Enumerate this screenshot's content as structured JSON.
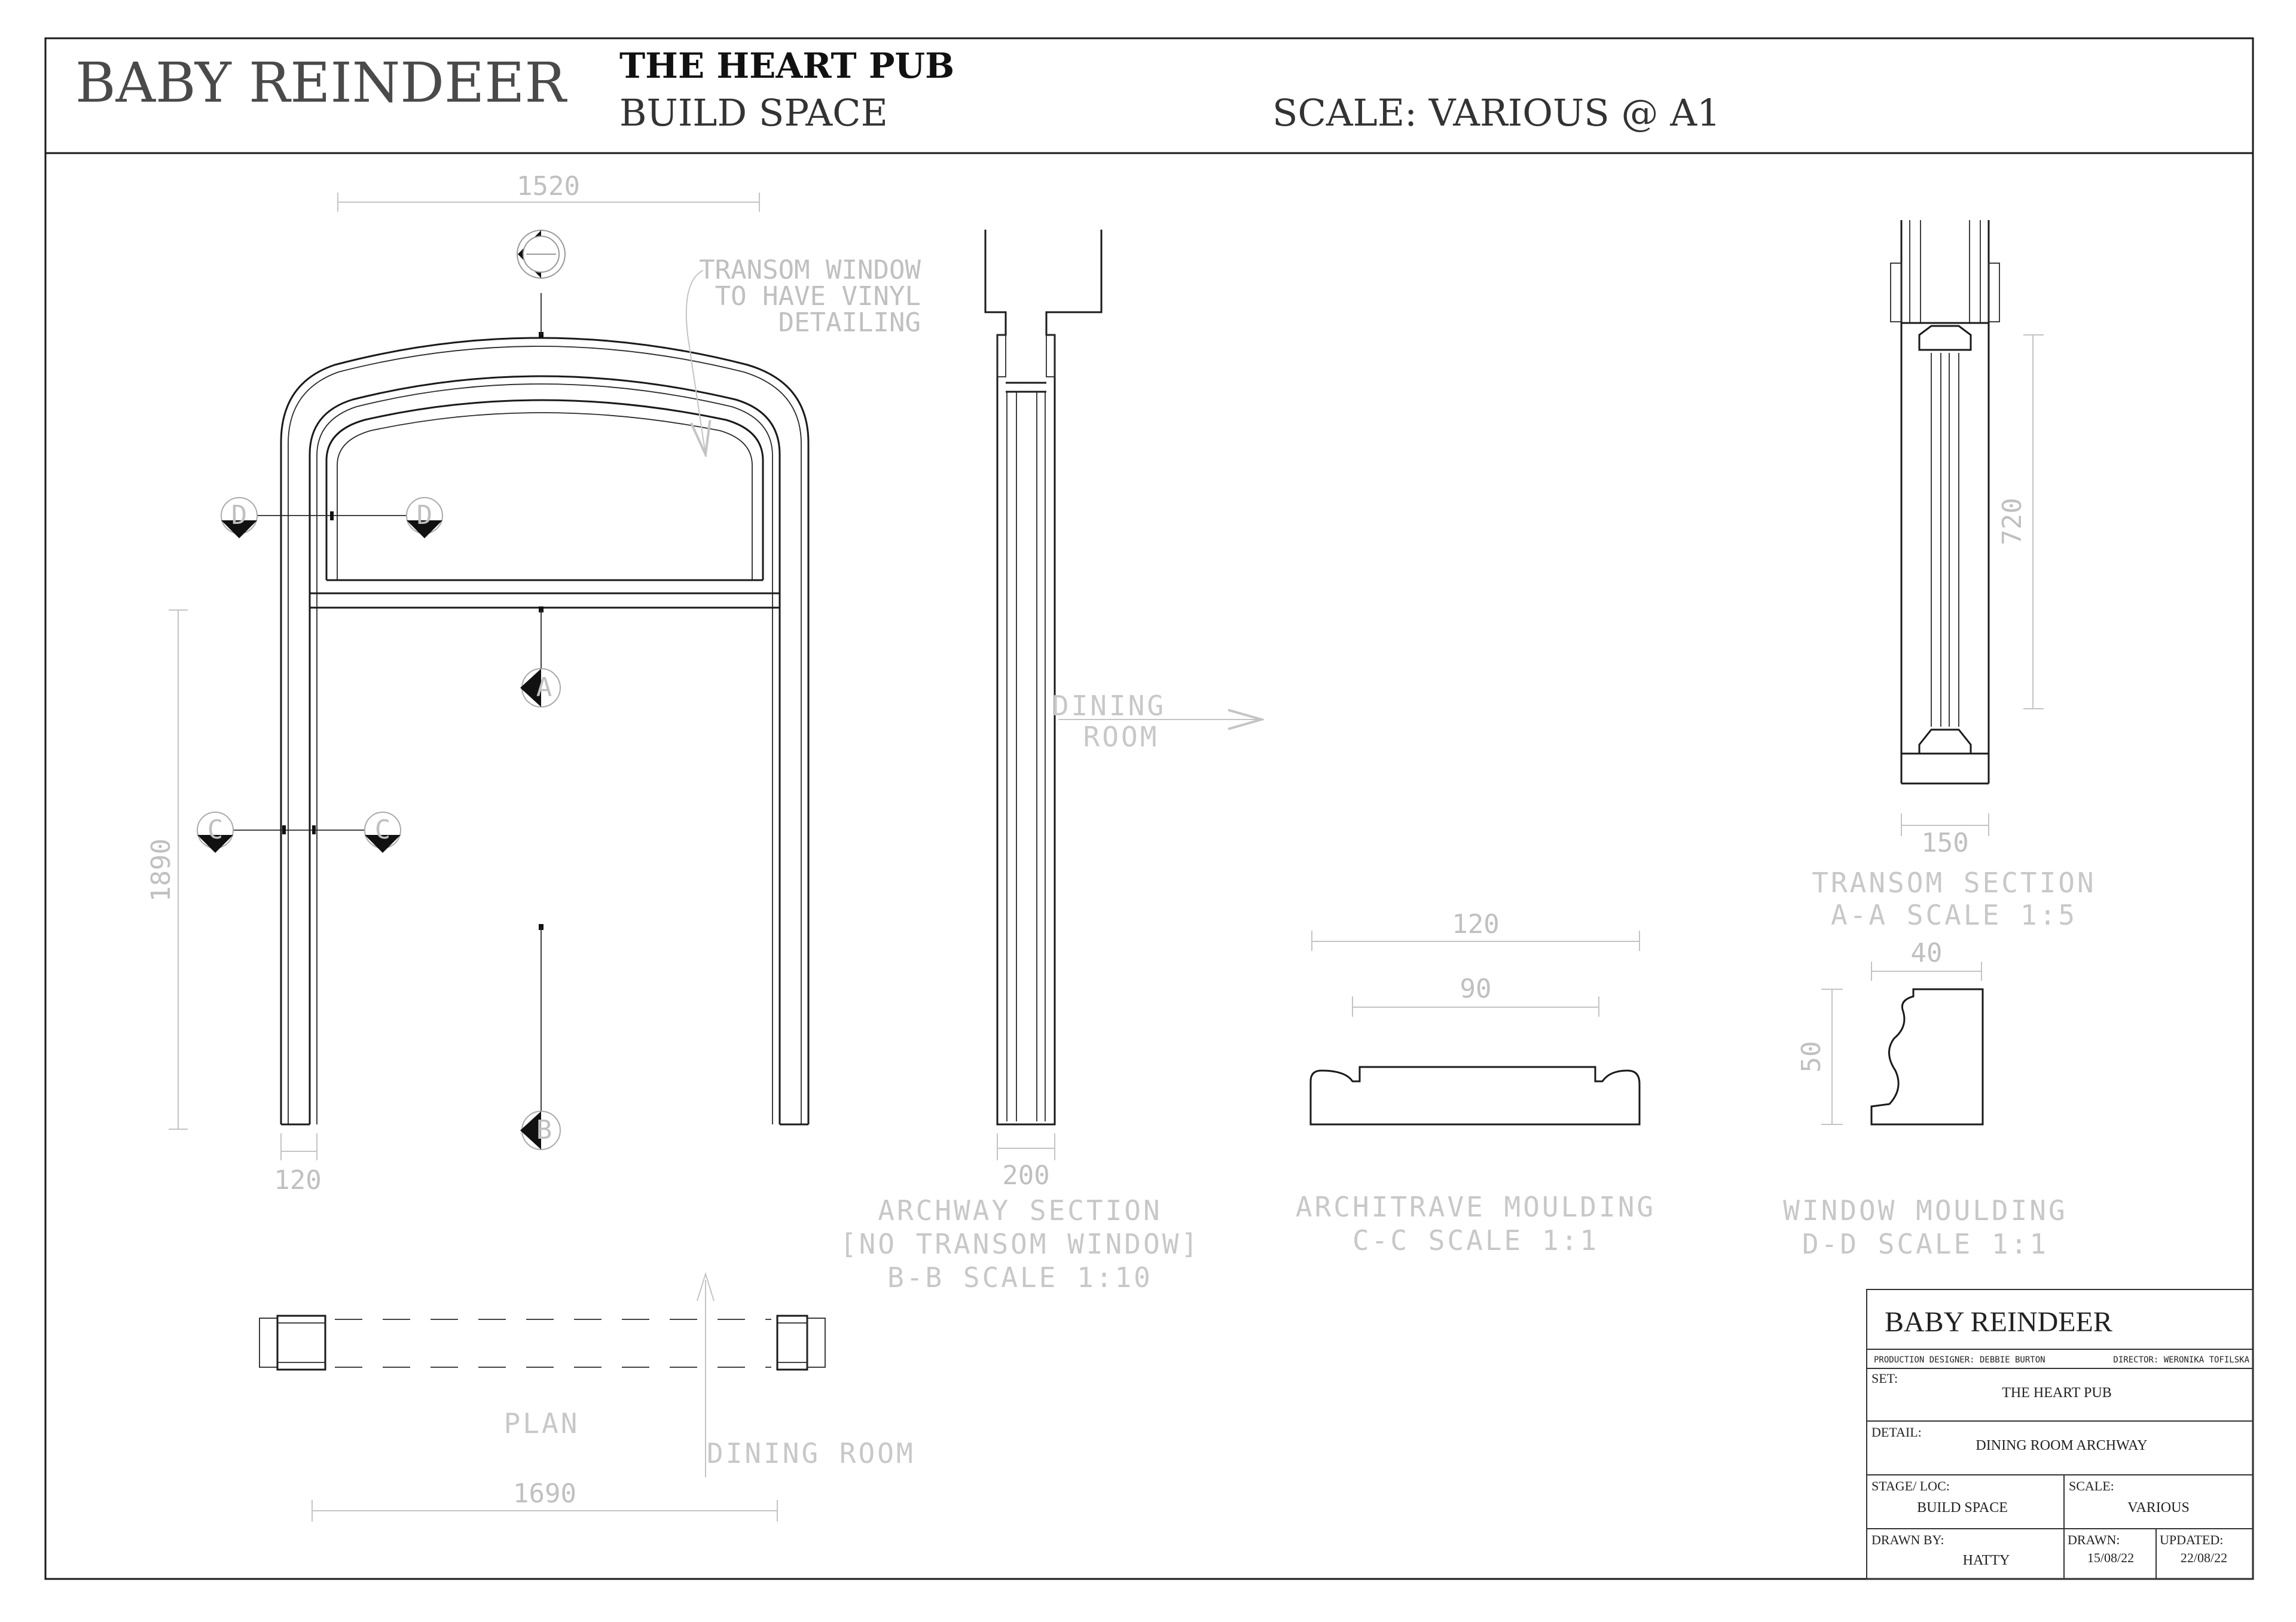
{
  "header": {
    "brand": "BABY REINDEER",
    "set_name": "THE HEART PUB",
    "location": "BUILD SPACE",
    "scale": "SCALE: VARIOUS @ A1"
  },
  "elevation": {
    "dim_width": "1520",
    "dim_height": "1890",
    "dim_jamb": "120",
    "note_transom": [
      "TRANSOM WINDOW",
      "TO HAVE VINYL",
      "DETAILING"
    ],
    "markers": [
      "D",
      "D",
      "A",
      "C",
      "C",
      "B"
    ]
  },
  "archway_section": {
    "direction_label": [
      "DINING",
      "ROOM"
    ],
    "dim_depth": "200",
    "title": [
      "ARCHWAY SECTION",
      "[NO TRANSOM WINDOW]",
      "B-B SCALE 1:10"
    ]
  },
  "transom_section": {
    "dim_height": "720",
    "dim_depth": "150",
    "title": [
      "TRANSOM SECTION",
      "A-A SCALE 1:5"
    ]
  },
  "architrave": {
    "dim_outer": "120",
    "dim_inner": "90",
    "title": [
      "ARCHITRAVE MOULDING",
      "C-C    SCALE 1:1"
    ]
  },
  "window_moulding": {
    "dim_width": "40",
    "dim_height": "50",
    "title": [
      "WINDOW MOULDING",
      "D-D SCALE 1:1"
    ]
  },
  "plan": {
    "title": "PLAN",
    "direction_label": "DINING ROOM",
    "dim_width": "1690"
  },
  "title_block": {
    "brand": "BABY REINDEER",
    "production_designer": "PRODUCTION DESIGNER: DEBBIE BURTON",
    "director": "DIRECTOR: WERONIKA TOFILSKA",
    "set_label": "SET:",
    "set_value": "THE HEART PUB",
    "detail_label": "DETAIL:",
    "detail_value": "DINING ROOM ARCHWAY",
    "stage_label": "STAGE/ LOC:",
    "stage_value": "BUILD SPACE",
    "scale_label": "SCALE:",
    "scale_value": "VARIOUS",
    "drawn_by_label": "DRAWN BY:",
    "drawn_by_value": "HATTY",
    "drawn_label": "DRAWN:",
    "drawn_value": "15/08/22",
    "updated_label": "UPDATED:",
    "updated_value": "22/08/22"
  }
}
